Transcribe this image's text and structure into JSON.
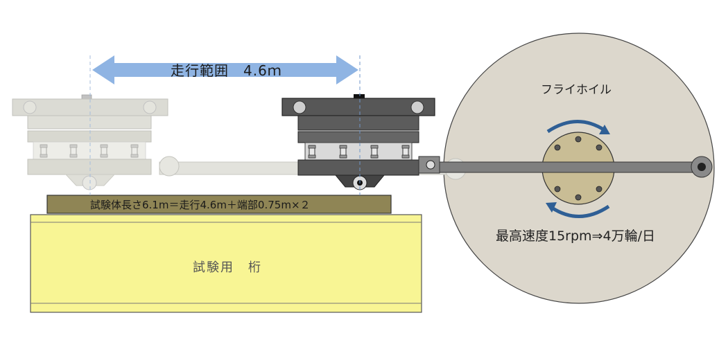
{
  "labels": {
    "travel_range": "走行範囲　4.6ｍ",
    "specimen": "試験体長さ6.1m＝走行4.6m＋端部0.75m×２",
    "girder": "試験用　桁",
    "flywheel": "フライホイル",
    "speed": "最高速度15rpm⇒4万輪/日"
  },
  "colors": {
    "range_arrow": "#8fb4e3",
    "flywheel": "#dcd7cc",
    "hub": "#c9bd95",
    "girder": "#f8f594",
    "specimen": "#8f8555",
    "rotation_arrow": "#2f5f95",
    "carriage_dark": "#575757",
    "carriage_ghost": "#d8d8d0"
  }
}
